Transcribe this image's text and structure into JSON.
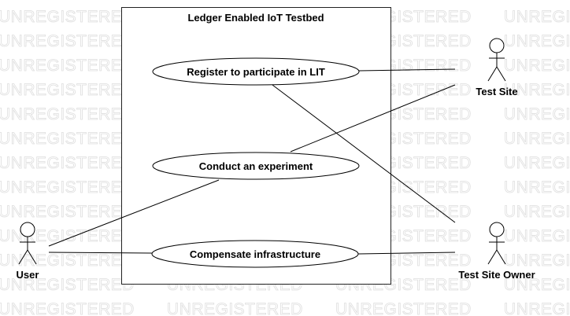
{
  "watermark": "UNREGISTERED",
  "system": {
    "title": "Ledger Enabled IoT Testbed"
  },
  "use_cases": [
    {
      "id": "register",
      "label": "Register to participate in LIT"
    },
    {
      "id": "conduct",
      "label": "Conduct an experiment"
    },
    {
      "id": "compensate",
      "label": "Compensate infrastructure"
    }
  ],
  "actors": [
    {
      "id": "test_site",
      "label": "Test Site"
    },
    {
      "id": "user",
      "label": "User"
    },
    {
      "id": "test_site_owner",
      "label": "Test Site Owner"
    }
  ],
  "associations": [
    {
      "from": "register",
      "to": "test_site"
    },
    {
      "from": "conduct",
      "to": "test_site"
    },
    {
      "from": "register",
      "to": "test_site_owner"
    },
    {
      "from": "conduct",
      "to": "user"
    },
    {
      "from": "user",
      "to": "compensate"
    },
    {
      "from": "compensate",
      "to": "test_site_owner"
    }
  ]
}
